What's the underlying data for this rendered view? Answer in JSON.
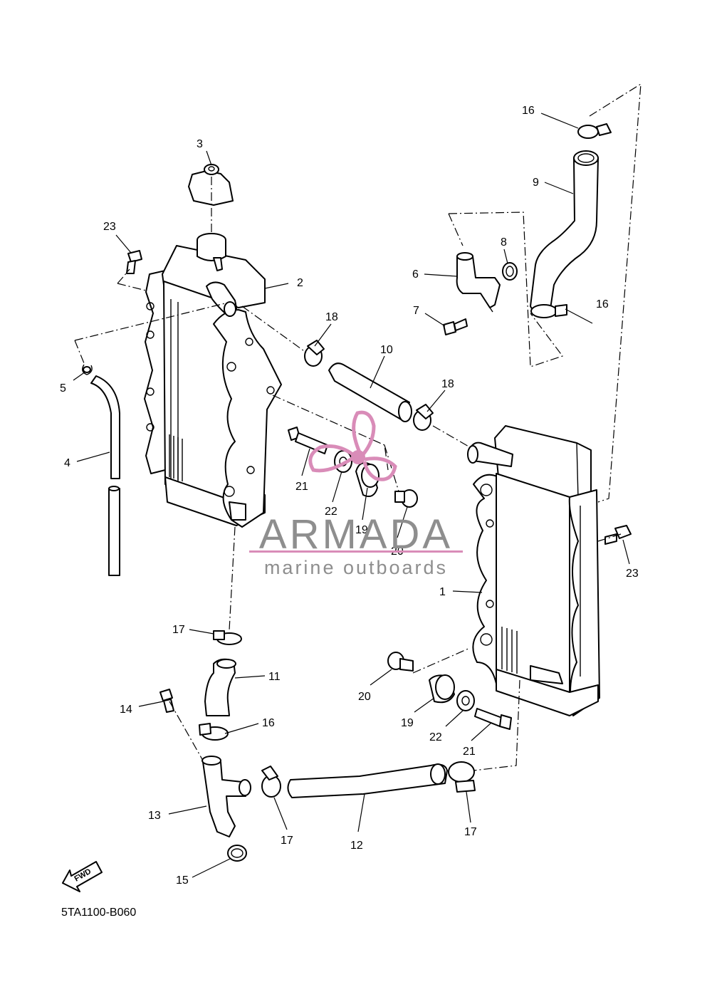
{
  "diagram": {
    "code": "5TA1100-B060",
    "fwd_label": "FWD"
  },
  "watermark": {
    "brand": "ARMADA",
    "tagline": "marine outboards",
    "brand_color": "#8e8e8e",
    "accent_color": "#d98cb8"
  },
  "callouts": {
    "c1": "1",
    "c2": "2",
    "c3": "3",
    "c4": "4",
    "c5": "5",
    "c6": "6",
    "c7": "7",
    "c8": "8",
    "c9": "9",
    "c10": "10",
    "c11": "11",
    "c12": "12",
    "c13": "13",
    "c14": "14",
    "c15": "15",
    "c16a": "16",
    "c16b": "16",
    "c16c": "16",
    "c17a": "17",
    "c17b": "17",
    "c17c": "17",
    "c18a": "18",
    "c18b": "18",
    "c19a": "19",
    "c19b": "19",
    "c20a": "20",
    "c20b": "20",
    "c21a": "21",
    "c21b": "21",
    "c22a": "22",
    "c22b": "22",
    "c23a": "23",
    "c23b": "23"
  }
}
